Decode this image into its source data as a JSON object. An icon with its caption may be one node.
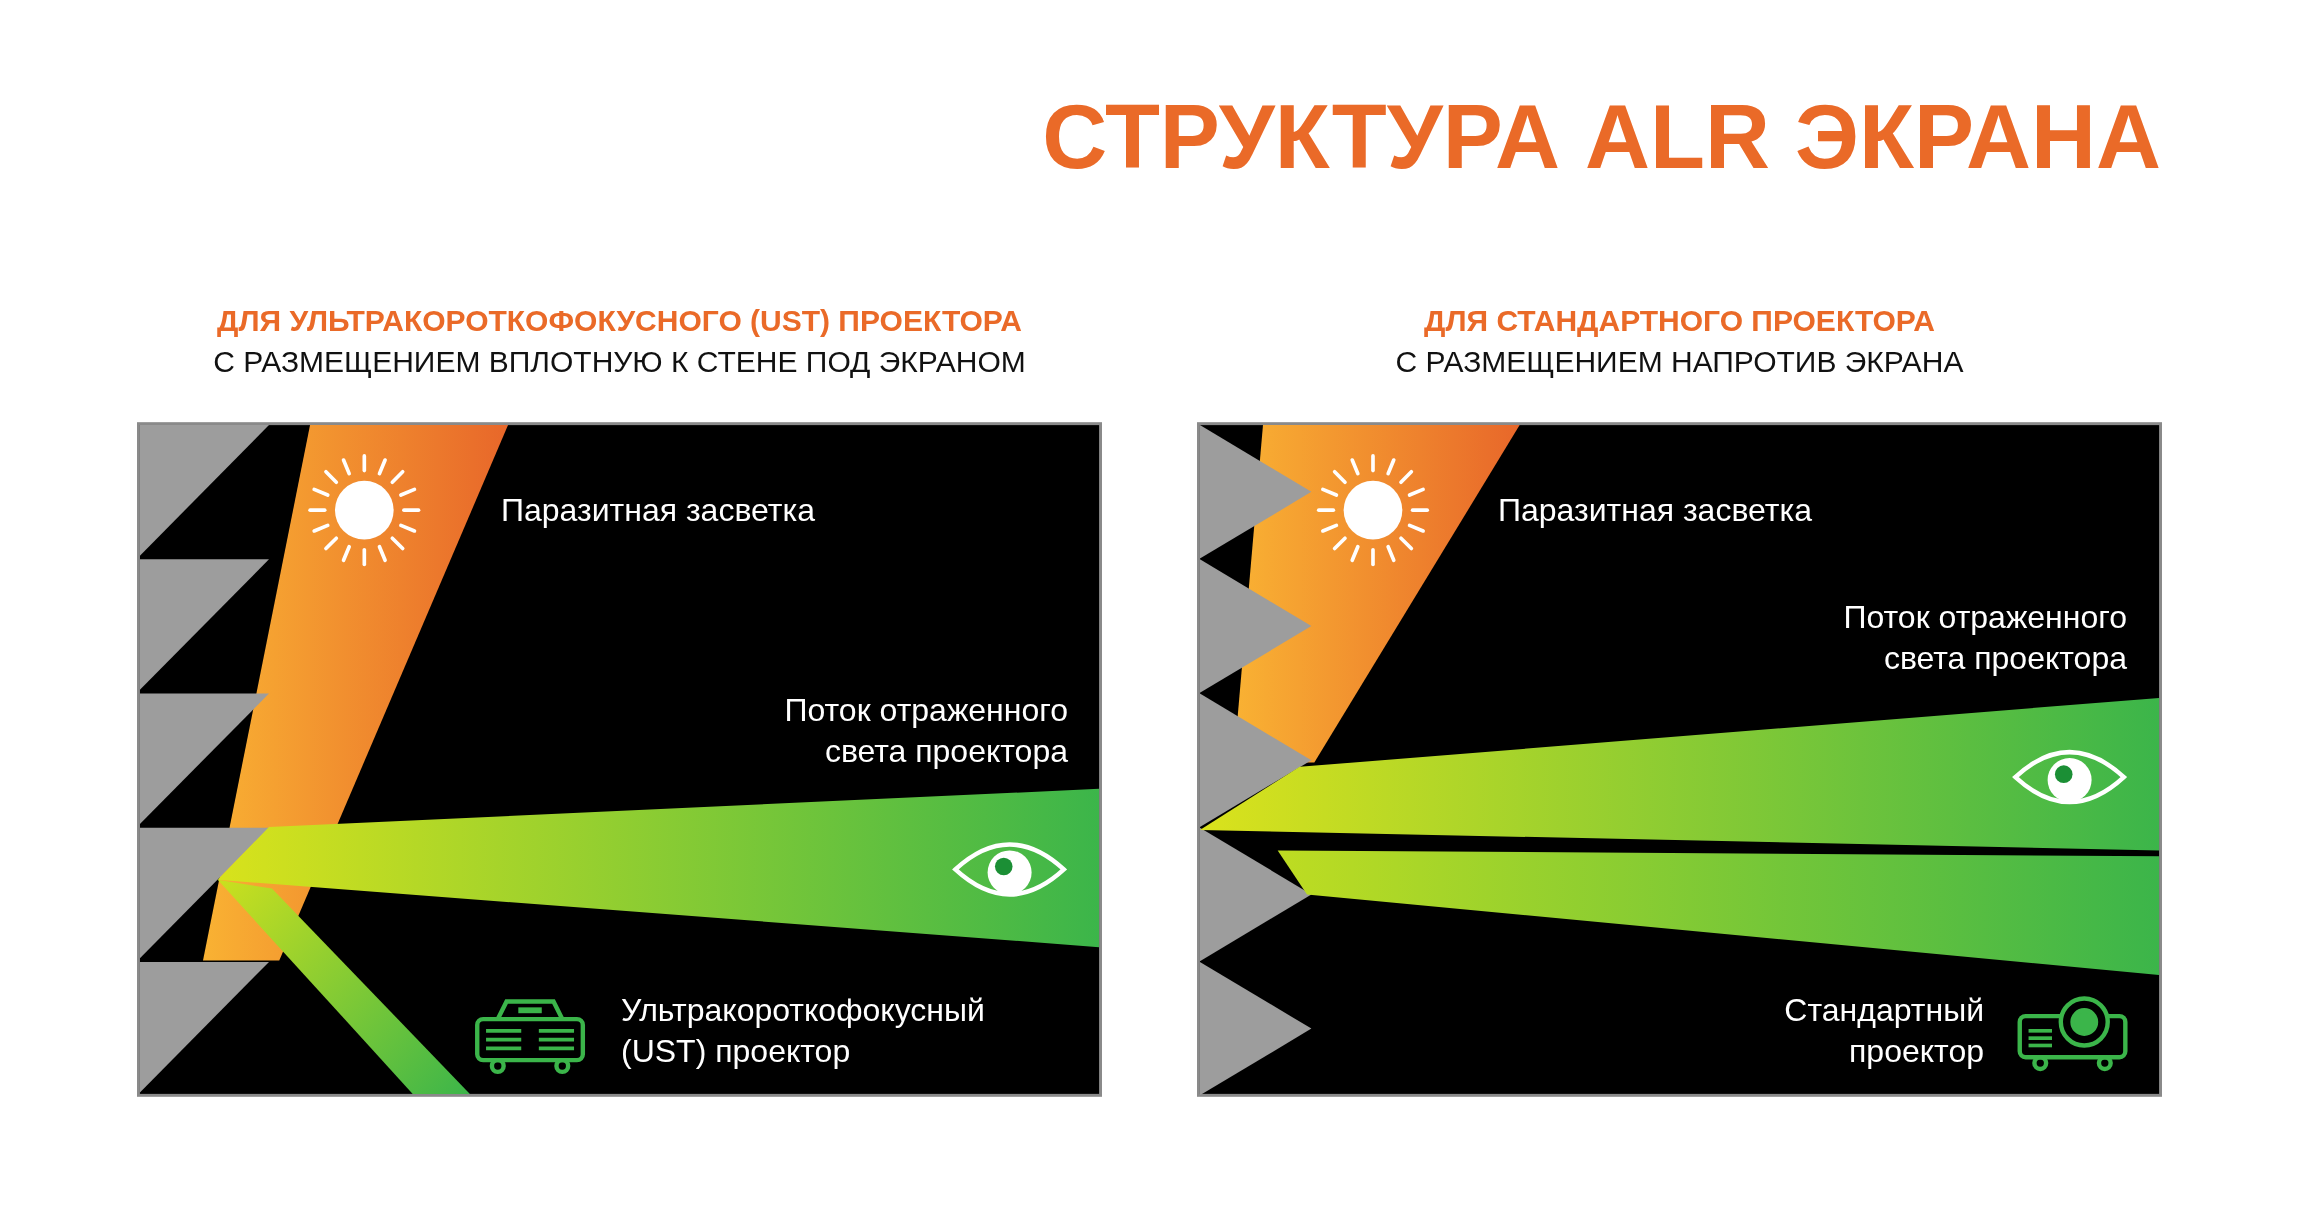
{
  "diagram": {
    "title": "СТРУКТУРА ALR ЭКРАНА",
    "nodes": [
      {
        "text": [
          "ДЛЯ УЛЬТРАКОРОТКОФОКУСНОГО (UST) ПРОЕКТОРА",
          "С РАЗМЕЩЕНИЕМ ВПЛОТНУЮ К СТЕНЕ ПОД ЭКРАНОМ",
          "Паразитная засветка",
          "Поток отраженного света проектора",
          "Ультракороткофокусный (UST) проектор"
        ]
      },
      {
        "text": [
          "ДЛЯ СТАНДАРТНОГО ПРОЕКТОРА",
          "С РАЗМЕЩЕНИЕМ НАПРОТИВ ЭКРАНА",
          "Паразитная засветка",
          "Поток отраженного света проектора",
          "Стандартный проектор"
        ]
      }
    ]
  }
}
